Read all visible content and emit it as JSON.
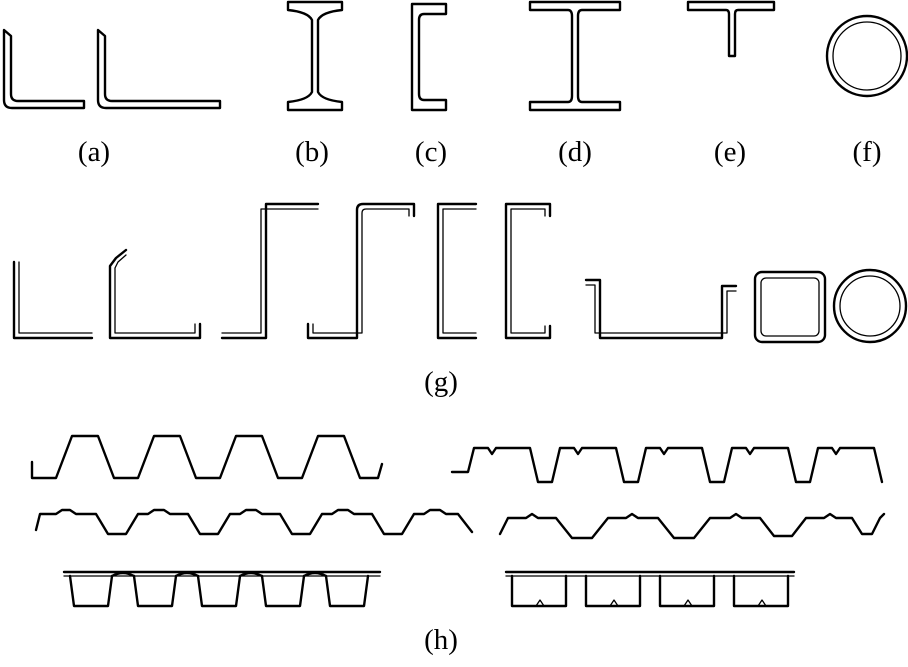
{
  "labels": {
    "a": "(a)",
    "b": "(b)",
    "c": "(c)",
    "d": "(d)",
    "e": "(e)",
    "f": "(f)",
    "g": "(g)",
    "h": "(h)"
  },
  "colors": {
    "stroke": "#000000",
    "background": "#ffffff"
  }
}
